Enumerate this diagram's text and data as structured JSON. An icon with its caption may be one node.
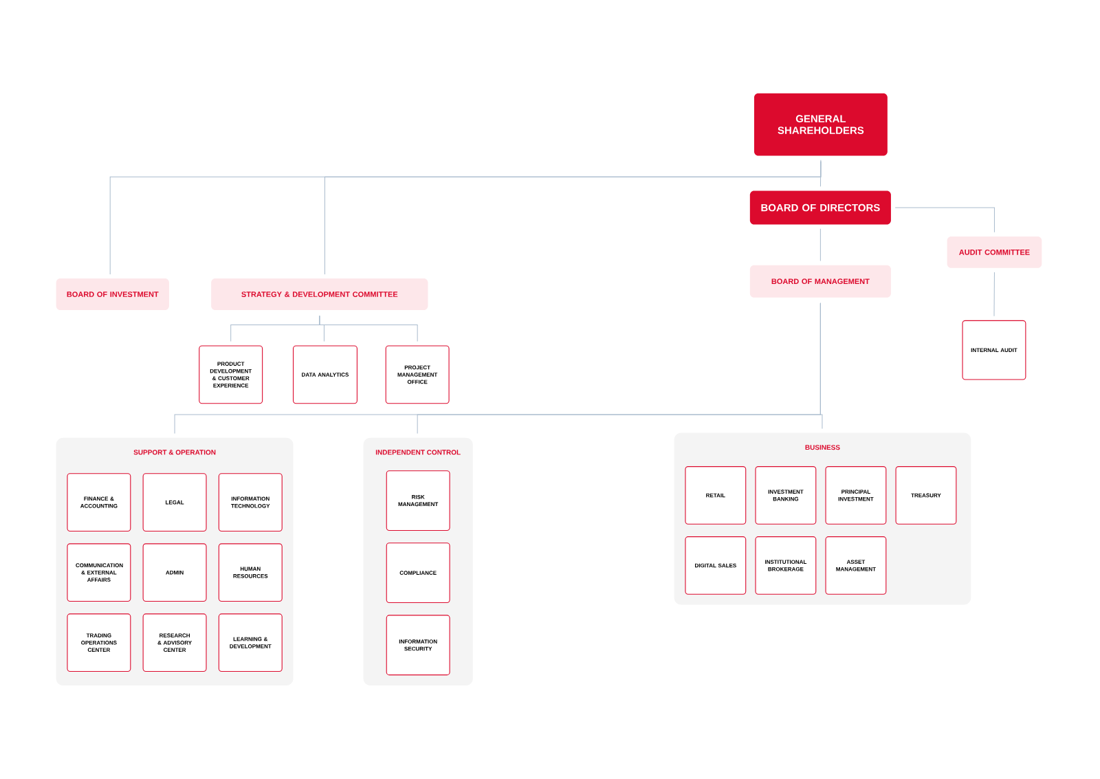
{
  "diagram": {
    "nodes": [
      {
        "text": [
          "GENERAL SHAREHOLDERS"
        ]
      },
      {
        "text": [
          "BOARD OF DIRECTORS"
        ]
      },
      {
        "text": [
          "BOARD OF INVESTMENT"
        ]
      },
      {
        "text": [
          "STRATEGY & DEVELOPMENT COMMITTEE"
        ]
      },
      {
        "text": [
          "BOARD OF MANAGEMENT"
        ]
      },
      {
        "text": [
          "AUDIT COMMITTEE"
        ]
      },
      {
        "text": [
          "PRODUCT DEVELOPMENT & CUSTOMER EXPERIENCE"
        ]
      },
      {
        "text": [
          "DATA ANALYTICS"
        ]
      },
      {
        "text": [
          "PROJECT MANAGEMENT OFFICE"
        ]
      },
      {
        "text": [
          "INTERNAL AUDIT"
        ]
      },
      {
        "text": [
          "SUPPORT & OPERATION"
        ]
      },
      {
        "text": [
          "FINANCE & ACCOUNTING"
        ],
        "in": 10
      },
      {
        "text": [
          "LEGAL"
        ],
        "in": 10
      },
      {
        "text": [
          "INFORMATION TECHNOLOGY"
        ],
        "in": 10
      },
      {
        "text": [
          "COMMUNICATION & EXTERNAL AFFAIRS"
        ],
        "in": 10
      },
      {
        "text": [
          "ADMIN"
        ],
        "in": 10
      },
      {
        "text": [
          "HUMAN RESOURCES"
        ],
        "in": 10
      },
      {
        "text": [
          "TRADING OPERATIONS CENTER"
        ],
        "in": 10
      },
      {
        "text": [
          "RESEARCH & ADVISORY CENTER"
        ],
        "in": 10
      },
      {
        "text": [
          "LEARNING & DEVELOPMENT"
        ],
        "in": 10
      },
      {
        "text": [
          "INDEPENDENT CONTROL"
        ]
      },
      {
        "text": [
          "RISK MANAGEMENT"
        ],
        "in": 20
      },
      {
        "text": [
          "COMPLIANCE"
        ],
        "in": 20
      },
      {
        "text": [
          "INFORMATION SECURITY"
        ],
        "in": 20
      },
      {
        "text": [
          "BUSINESS"
        ]
      },
      {
        "text": [
          "RETAIL"
        ],
        "in": 24
      },
      {
        "text": [
          "INVESTMENT BANKING"
        ],
        "in": 24
      },
      {
        "text": [
          "PRINCIPAL INVESTMENT"
        ],
        "in": 24
      },
      {
        "text": [
          "TREASURY"
        ],
        "in": 24
      },
      {
        "text": [
          "DIGITAL SALES"
        ],
        "in": 24
      },
      {
        "text": [
          "INSTITUTIONAL BROKERAGE"
        ],
        "in": 24
      },
      {
        "text": [
          "ASSET MANAGEMENT"
        ],
        "in": 24
      }
    ],
    "edges": [
      {
        "from": 0,
        "to": 1,
        "arrow": "none"
      },
      {
        "from": 0,
        "to": 2,
        "arrow": "none"
      },
      {
        "from": 0,
        "to": 3,
        "arrow": "none"
      },
      {
        "from": 1,
        "to": 5,
        "arrow": "none"
      },
      {
        "from": 1,
        "to": 4,
        "arrow": "none"
      },
      {
        "from": 5,
        "to": 9,
        "arrow": "none"
      },
      {
        "from": 3,
        "to": 6,
        "arrow": "none"
      },
      {
        "from": 3,
        "to": 7,
        "arrow": "none"
      },
      {
        "from": 3,
        "to": 8,
        "arrow": "none"
      },
      {
        "from": 4,
        "to": 10,
        "arrow": "none"
      },
      {
        "from": 4,
        "to": 20,
        "arrow": "none"
      },
      {
        "from": 4,
        "to": 24,
        "arrow": "none"
      }
    ]
  }
}
